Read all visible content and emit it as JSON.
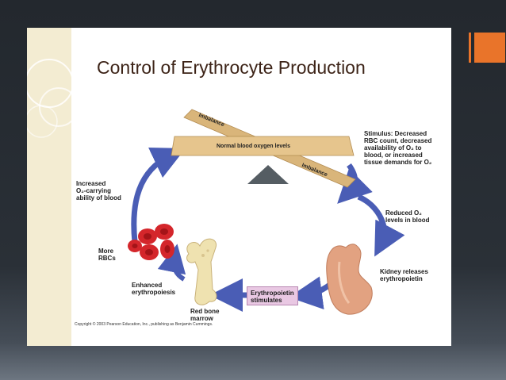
{
  "slide": {
    "title": "Control of Erythrocyte Production",
    "copyright": "Copyright © 2003 Pearson Education, Inc., publishing as Benjamin Cummings."
  },
  "diagram": {
    "plank_label": "Normal blood oxygen levels",
    "imbalance_top": "Imbalance",
    "imbalance_bottom": "Imbalance",
    "stimulus": [
      "Stimulus: Decreased",
      "RBC count, decreased",
      "availability of O₂ to",
      "blood, or increased",
      "tissue demands for O₂"
    ],
    "reduced_o2": [
      "Reduced O₂",
      "levels in blood"
    ],
    "kidney": [
      "Kidney releases",
      "erythropoietin"
    ],
    "epo": [
      "Erythropoietin",
      "stimulates"
    ],
    "red_bone_marrow": [
      "Red bone",
      "marrow"
    ],
    "enhanced": [
      "Enhanced",
      "erythropoiesis"
    ],
    "more_rbcs": [
      "More",
      "RBCs"
    ],
    "increased": [
      "Increased",
      "O₂-carrying",
      "ability of blood"
    ]
  },
  "colors": {
    "accent": "#e9742a",
    "arrow": "#4a5db5",
    "plank": "#e6c58d",
    "kidney": "#e2a281",
    "rbc": "#d4262b",
    "bone": "#efe2b0",
    "epo_box": "#e9c8e3"
  }
}
